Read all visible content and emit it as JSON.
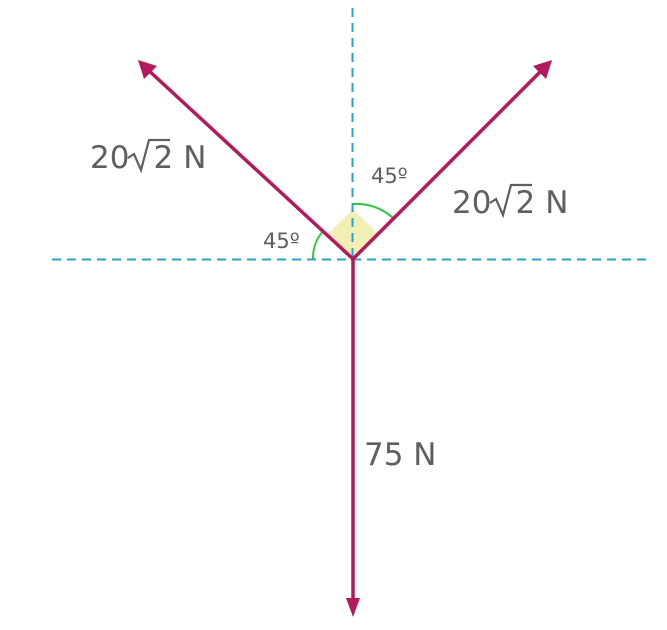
{
  "diagram": {
    "forces": [
      {
        "id": "left",
        "value_text": "20",
        "radical": "2",
        "unit": "N",
        "direction_deg": 135
      },
      {
        "id": "right",
        "value_text": "20",
        "radical": "2",
        "unit": "N",
        "direction_deg": 45
      },
      {
        "id": "down",
        "label": "75 N",
        "direction_deg": 270
      }
    ],
    "angles": [
      {
        "label": "45º"
      },
      {
        "label": "45º"
      }
    ],
    "colors": {
      "force": "#b3195c",
      "axis": "#2aa3c9",
      "angle_arc": "#2ec742",
      "right_angle_marker": "#f2efb6",
      "text": "#5f5f5f"
    }
  }
}
